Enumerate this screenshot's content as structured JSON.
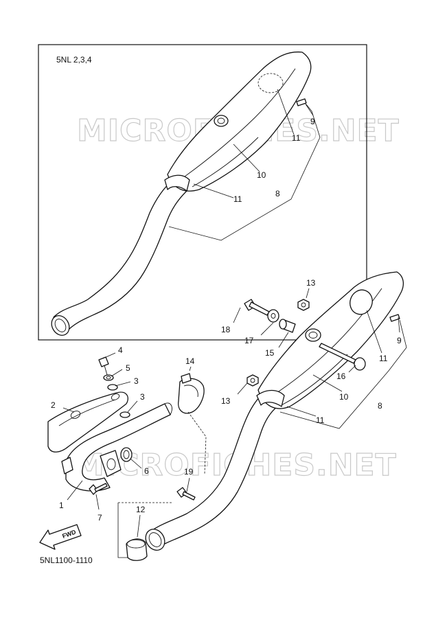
{
  "variant_label": "5NL 2,3,4",
  "diagram_code": "5NL1100-1110",
  "watermark": "MICROFICHES.NET",
  "fwd_label": "FWD",
  "callouts": {
    "inset_9": "9",
    "inset_11a": "11",
    "inset_10": "10",
    "inset_8": "8",
    "inset_11b": "11",
    "p13a": "13",
    "p18": "18",
    "p17": "17",
    "p15": "15",
    "p16": "16",
    "p13b": "13",
    "p11a": "11",
    "p9": "9",
    "p10": "10",
    "p8": "8",
    "p11b": "11",
    "p4": "4",
    "p5": "5",
    "p3a": "3",
    "p3b": "3",
    "p2": "2",
    "p14": "14",
    "p6": "6",
    "p1": "1",
    "p7": "7",
    "p19": "19",
    "p12": "12"
  }
}
